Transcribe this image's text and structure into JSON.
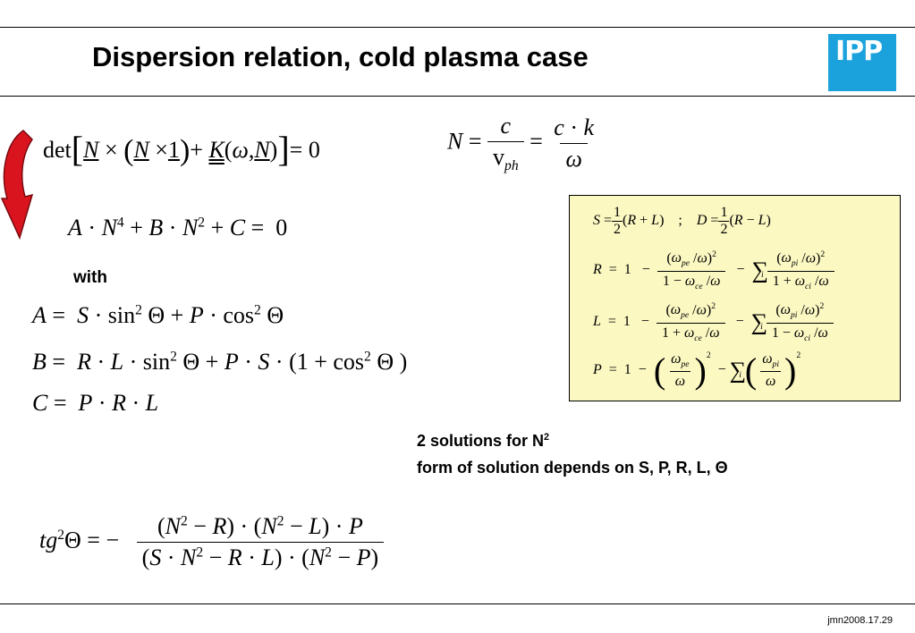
{
  "slide": {
    "title": "Dispersion relation, cold plasma case",
    "logo_text": "IPP",
    "with_label": "with",
    "note_line1": "2 solutions for N",
    "note_line1_sup": "2",
    "note_line2": "form of solution depends on S, P, R, L, Θ",
    "footer": "jmn2008.17.29"
  },
  "colors": {
    "logo_bg": "#1ba2dc",
    "box_bg": "#fbf8c2",
    "arrow": "#d9141e"
  },
  "icons": {
    "arrow": "curved-arrow-icon",
    "logo": "ipp-logo"
  }
}
